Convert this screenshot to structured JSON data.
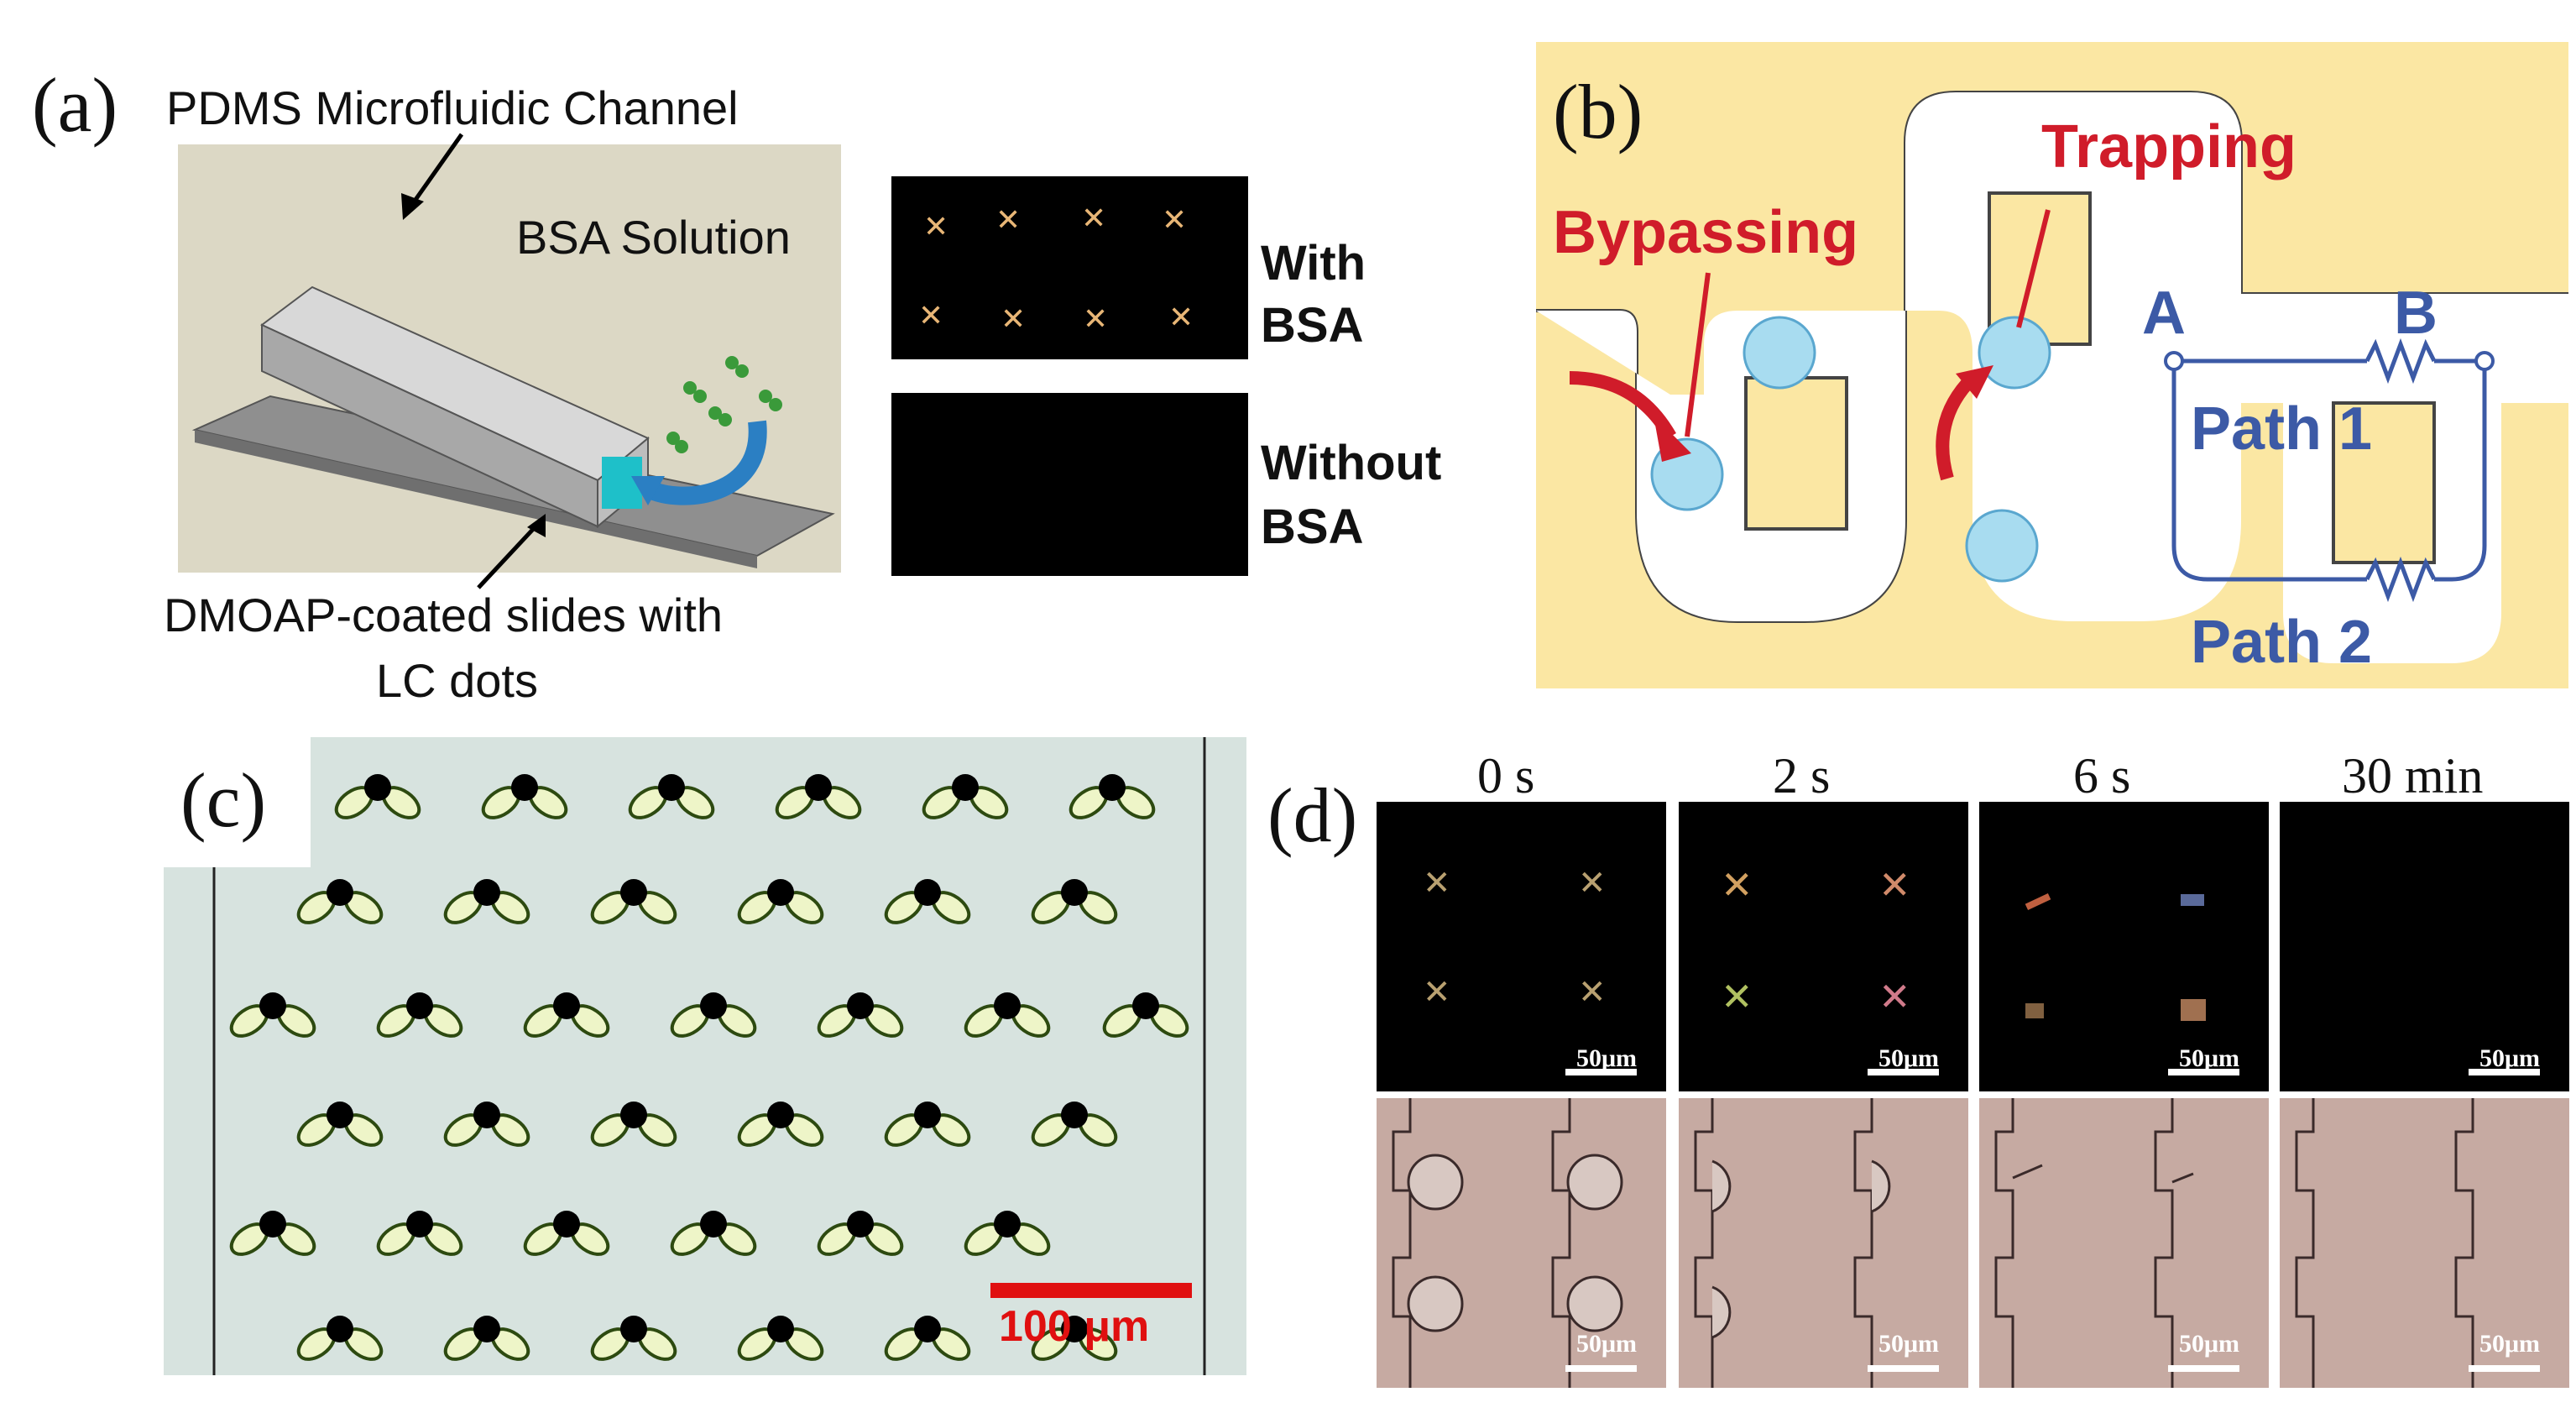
{
  "panel_a": {
    "letter": "(a)",
    "channel_label": "PDMS Microfluidic Channel",
    "solution_label": "BSA Solution",
    "slide_label_line1": "DMOAP-coated slides with",
    "slide_label_line2": "LC dots",
    "with_line1": "With",
    "with_line2": "BSA",
    "without_line1": "Without",
    "without_line2": "BSA"
  },
  "panel_b": {
    "letter": "(b)",
    "bypassing": "Bypassing",
    "trapping": "Trapping",
    "node_a": "A",
    "node_b": "B",
    "path1": "Path 1",
    "path2": "Path 2",
    "colors": {
      "background": "#fbe7a3",
      "red": "#d01c2a",
      "blue": "#3c5aa6"
    }
  },
  "panel_c": {
    "letter": "(c)",
    "scale_bar": "100 μm"
  },
  "panel_d": {
    "letter": "(d)",
    "times": [
      "0 s",
      "2 s",
      "6 s",
      "30 min"
    ],
    "scale": "50μm"
  }
}
